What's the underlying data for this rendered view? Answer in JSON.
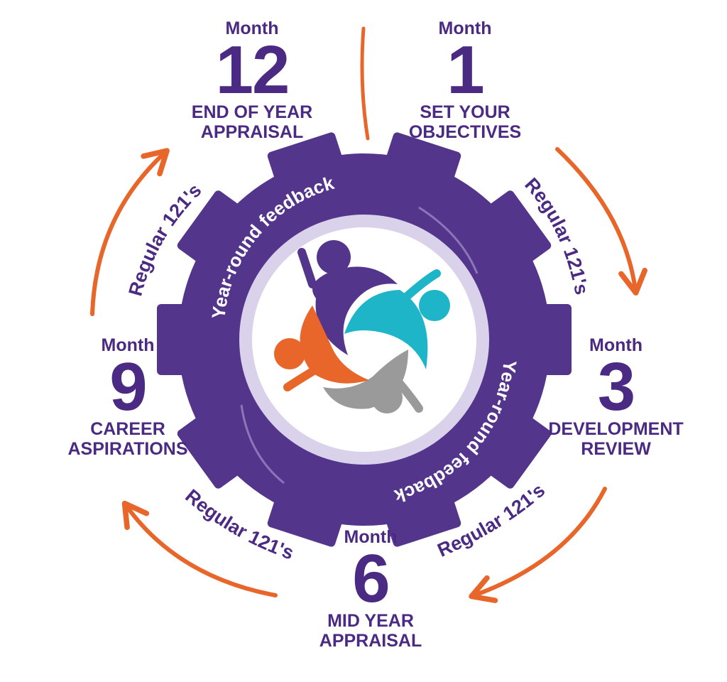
{
  "center_label": "Year-round feedback",
  "loop_label": "Regular 121's",
  "milestones": [
    {
      "month": "Month",
      "number": "12",
      "line1": "END OF YEAR",
      "line2": "APPRAISAL"
    },
    {
      "month": "Month",
      "number": "1",
      "line1": "SET YOUR",
      "line2": "OBJECTIVES"
    },
    {
      "month": "Month",
      "number": "3",
      "line1": "DEVELOPMENT",
      "line2": "REVIEW"
    },
    {
      "month": "Month",
      "number": "6",
      "line1": "MID YEAR",
      "line2": "APPRAISAL"
    },
    {
      "month": "Month",
      "number": "9",
      "line1": "CAREER",
      "line2": "ASPIRATIONS"
    }
  ],
  "colors": {
    "purple": "#4a2a82",
    "gear": "#54358c",
    "gear_light": "#6b4ca3",
    "ring": "#d9d2ea",
    "orange": "#e8662a",
    "teal": "#1fb5c8",
    "grey": "#9a9a9a"
  },
  "icons": [
    "teamwork-people-icon",
    "gear-shape",
    "cycle-arrow-icon"
  ]
}
